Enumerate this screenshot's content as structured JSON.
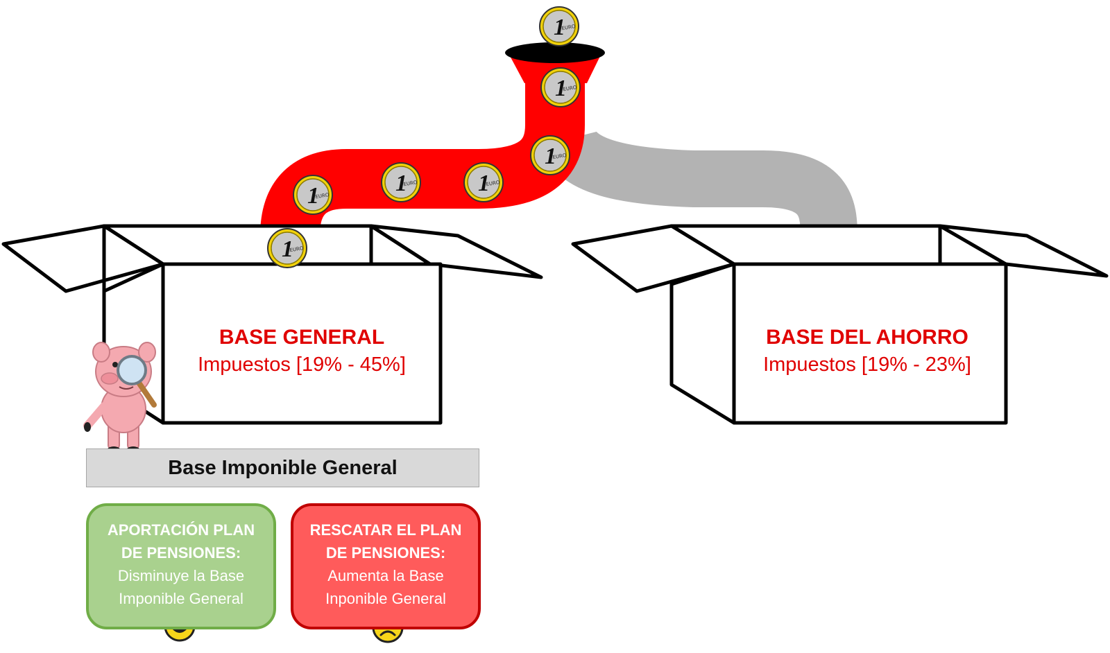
{
  "colors": {
    "accent_red": "#e00000",
    "pipe_red": "#ff0000",
    "pipe_gray": "#b3b3b3",
    "coin_gold": "#f2d20a",
    "card_green_fill": "#a9d18e",
    "card_green_border": "#70ad47",
    "card_red_fill": "#ff5b5b",
    "card_red_border": "#c00000"
  },
  "coin_text": "EURO",
  "left_box": {
    "title": "BASE GENERAL",
    "tax": "Impuestos [19% - 45%]"
  },
  "right_box": {
    "title": "BASE DEL AHORRO",
    "tax": "Impuestos [19% - 23%]"
  },
  "band_label": "Base Imponible General",
  "cards": {
    "green": {
      "title_line1": "APORTACIÓN PLAN",
      "title_line2": "DE PENSIONES:",
      "body_line1": "Disminuye la Base",
      "body_line2": "Imponible General",
      "emoji": "happy-face"
    },
    "red": {
      "title_line1": "RESCATAR EL PLAN",
      "title_line2": "DE PENSIONES:",
      "body_line1": "Aumenta la Base",
      "body_line2": "Inponible General",
      "emoji": "sad-face"
    }
  },
  "icons": [
    "euro-coin-icon",
    "funnel-icon",
    "pig-mascot-icon",
    "magnifier-icon",
    "happy-face-icon",
    "sad-face-icon"
  ]
}
